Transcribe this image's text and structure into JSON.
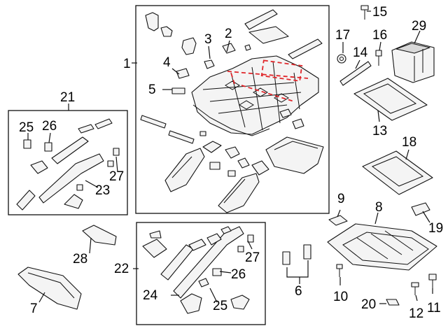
{
  "callouts": {
    "c1": "1",
    "c2": "2",
    "c3": "3",
    "c4": "4",
    "c5": "5",
    "c6": "6",
    "c7": "7",
    "c8": "8",
    "c9": "9",
    "c10": "10",
    "c11": "11",
    "c12": "12",
    "c13": "13",
    "c14": "14",
    "c15": "15",
    "c16": "16",
    "c17": "17",
    "c18": "18",
    "c19": "19",
    "c20": "20",
    "c21": "21",
    "c22": "22",
    "c23": "23",
    "c24": "24",
    "c25a": "25",
    "c25b": "25",
    "c26a": "26",
    "c26b": "26",
    "c27a": "27",
    "c27b": "27",
    "c28": "28",
    "c29": "29"
  },
  "colors": {
    "line": "#111111",
    "highlight": "#e0262a",
    "background": "#ffffff"
  }
}
